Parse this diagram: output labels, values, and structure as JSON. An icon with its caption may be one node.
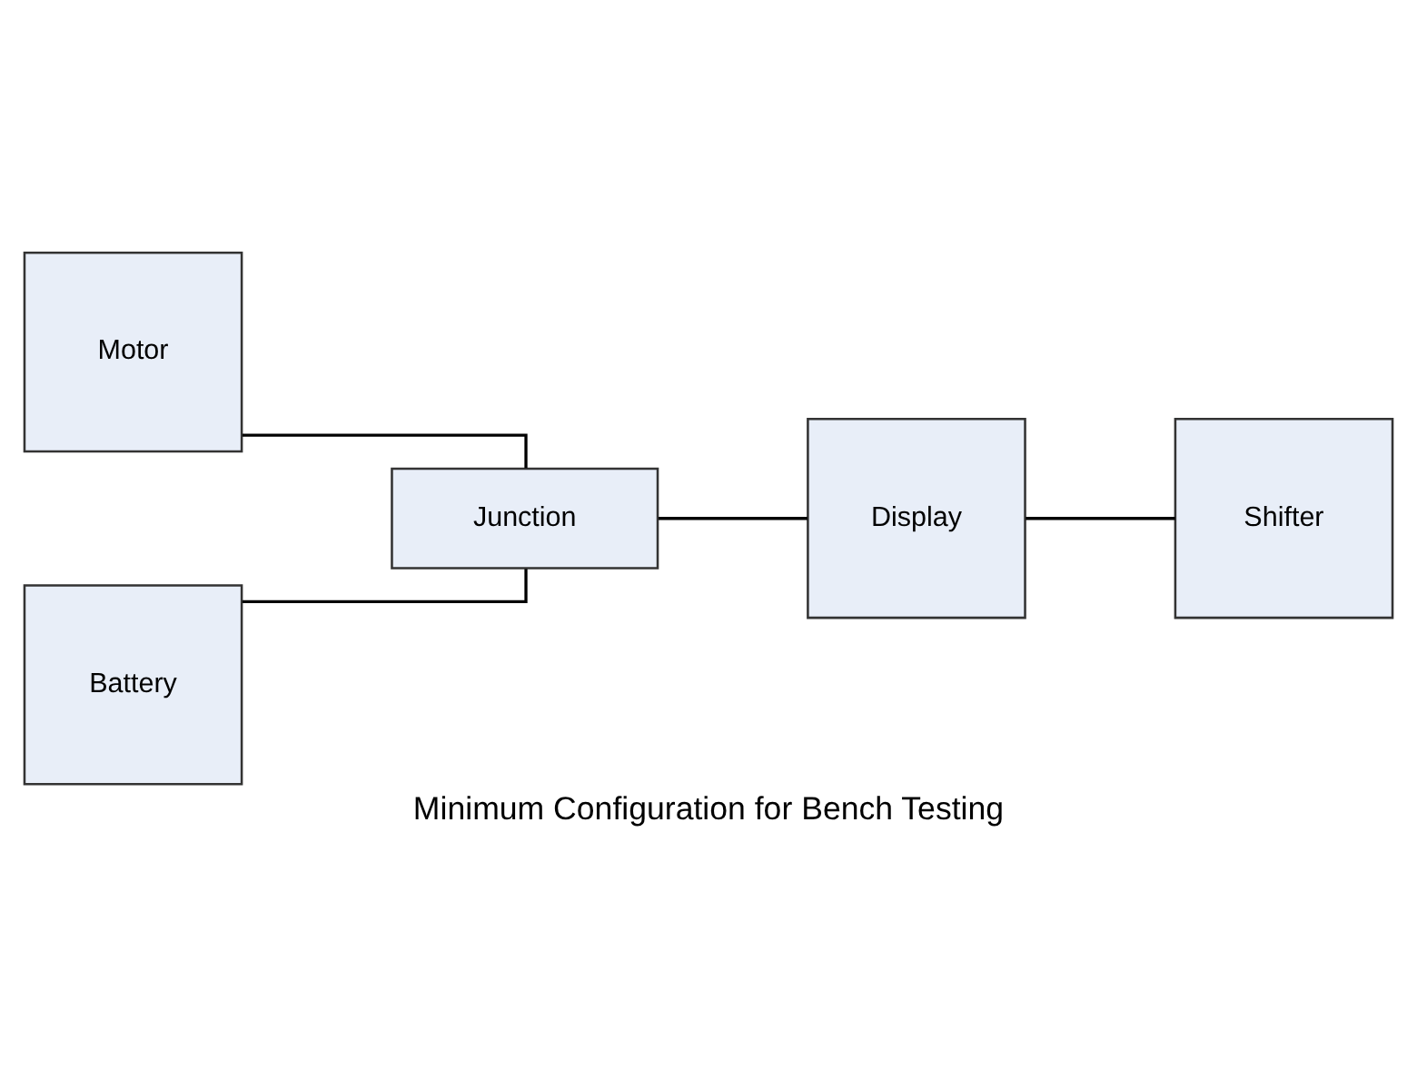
{
  "diagram": {
    "caption": "Minimum Configuration for Bench Testing",
    "nodes": [
      {
        "text": [
          "Motor"
        ]
      },
      {
        "text": [
          "Junction"
        ]
      },
      {
        "text": [
          "Display"
        ]
      },
      {
        "text": [
          "Shifter"
        ]
      },
      {
        "text": [
          "Battery"
        ]
      }
    ],
    "edges": [
      {
        "from": 0,
        "to": 1,
        "arrow": "none"
      },
      {
        "from": 4,
        "to": 1,
        "arrow": "none"
      },
      {
        "from": 1,
        "to": 2,
        "arrow": "none"
      },
      {
        "from": 2,
        "to": 3,
        "arrow": "none"
      }
    ]
  }
}
